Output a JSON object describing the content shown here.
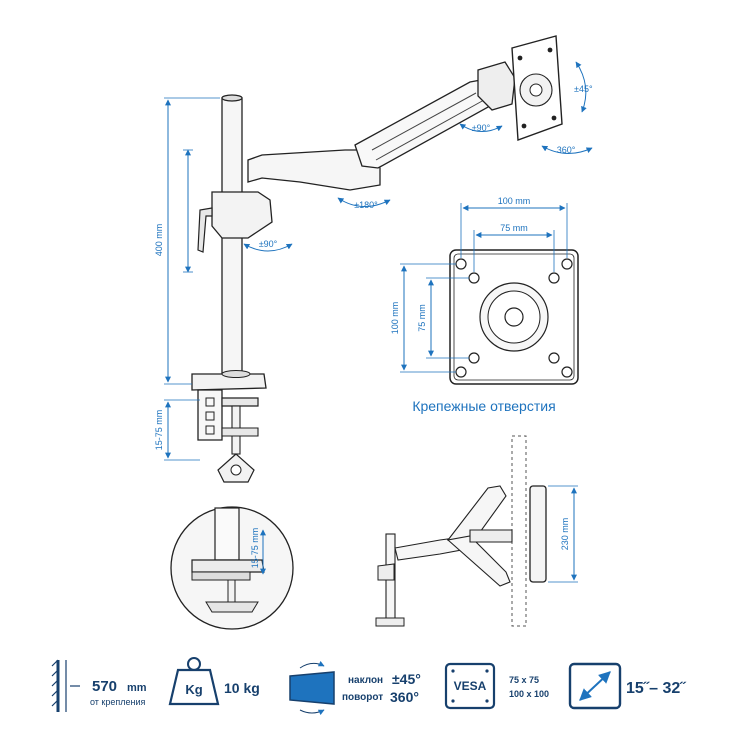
{
  "colors": {
    "accent_blue": "#1e73be",
    "dark_blue": "#17406d",
    "line_gray": "#222222",
    "panel_fill": "#f4f4f4"
  },
  "main_view": {
    "height_400": "400 mm",
    "clamp_range": "15-75 mm",
    "rotate_pole": "±90°",
    "rotate_arm": "±180°",
    "rotate_head": "±90°",
    "tilt": "±45°",
    "rotate_360": "360°"
  },
  "plate": {
    "width_100": "100 mm",
    "width_75": "75 mm",
    "height_100": "100 mm",
    "height_75": "75 mm",
    "caption": "Крепежные отверстия"
  },
  "detail": {
    "clamp_range": "15-75 mm"
  },
  "side_view": {
    "height_230": "230 mm"
  },
  "specs": {
    "reach_value": "570",
    "reach_unit": "mm",
    "reach_note": "от крепления",
    "weight_icon_label": "Kg",
    "weight_value": "10 kg",
    "tilt_label": "наклон",
    "tilt_value": "±45°",
    "rotate_label": "поворот",
    "rotate_value": "360°",
    "vesa_icon_label": "VESA",
    "vesa_1": "75 x 75",
    "vesa_2": "100 x 100",
    "screen_size": "15˝– 32˝"
  },
  "icons": [
    "wall-ruler-icon",
    "weight-icon",
    "tilt-rotate-icon",
    "vesa-icon",
    "diagonal-screen-icon"
  ]
}
